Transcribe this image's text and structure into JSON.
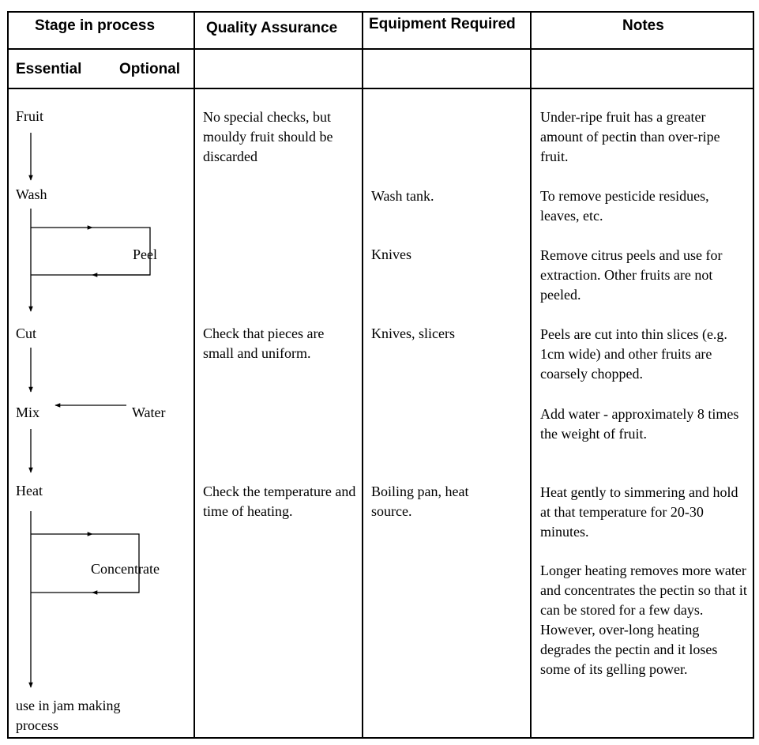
{
  "headers": {
    "stage": "Stage in process",
    "qa": "Quality Assurance",
    "equipment": "Equipment Required",
    "notes": "Notes",
    "essential": "Essential",
    "optional": "Optional"
  },
  "flow": {
    "fruit": "Fruit",
    "wash": "Wash",
    "peel": "Peel",
    "cut": "Cut",
    "mix": "Mix",
    "water": "Water",
    "heat": "Heat",
    "concentrate": "Concentrate",
    "end": "use in jam making process"
  },
  "qa": {
    "fruit": "No special checks, but mouldy fruit should be discarded",
    "cut": "Check that pieces are small and uniform.",
    "heat": "Check the temperature and time of heating."
  },
  "equipment": {
    "wash": "Wash tank.",
    "peel": "Knives",
    "cut": "Knives, slicers",
    "heat": "Boiling pan, heat source."
  },
  "notes": {
    "fruit": "Under-ripe fruit has a greater amount of pectin than over-ripe fruit.",
    "wash": "To remove pesticide residues, leaves, etc.",
    "peel": "Remove citrus peels and use for extraction.  Other  fruits are not peeled.",
    "cut": "Peels are cut into thin slices (e.g. 1cm wide) and other fruits are coarsely chopped.",
    "mix": "Add water - approximately 8 times the weight of fruit.",
    "heat": "Heat gently to simmering and hold at that temperature for 20-30 minutes.",
    "concentrate": "Longer heating removes more water and concentrates the pectin so that it can be stored for a few days.  However, over-long heating degrades the pectin and it loses some of its gelling power."
  }
}
